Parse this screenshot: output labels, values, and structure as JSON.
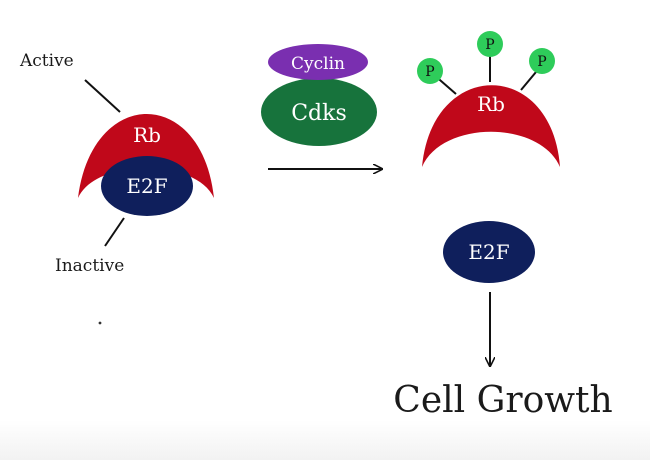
{
  "colors": {
    "rb": "#c0081a",
    "e2f": "#0f1f5c",
    "cdks": "#17733c",
    "cyclin": "#7a2fb0",
    "phosphate": "#2ecc5a",
    "line": "#111111",
    "text_dark": "#1a1a1a",
    "text_light": "#ffffff"
  },
  "left_complex": {
    "active_label": "Active",
    "inactive_label": "Inactive",
    "rb_label": "Rb",
    "e2f_label": "E2F"
  },
  "kinase": {
    "cyclin_label": "Cyclin",
    "cdks_label": "Cdks"
  },
  "right_complex": {
    "rb_label": "Rb",
    "phosphates": [
      "P",
      "P",
      "P"
    ]
  },
  "free_e2f": {
    "label": "E2F"
  },
  "outcome": {
    "label": "Cell Growth"
  }
}
